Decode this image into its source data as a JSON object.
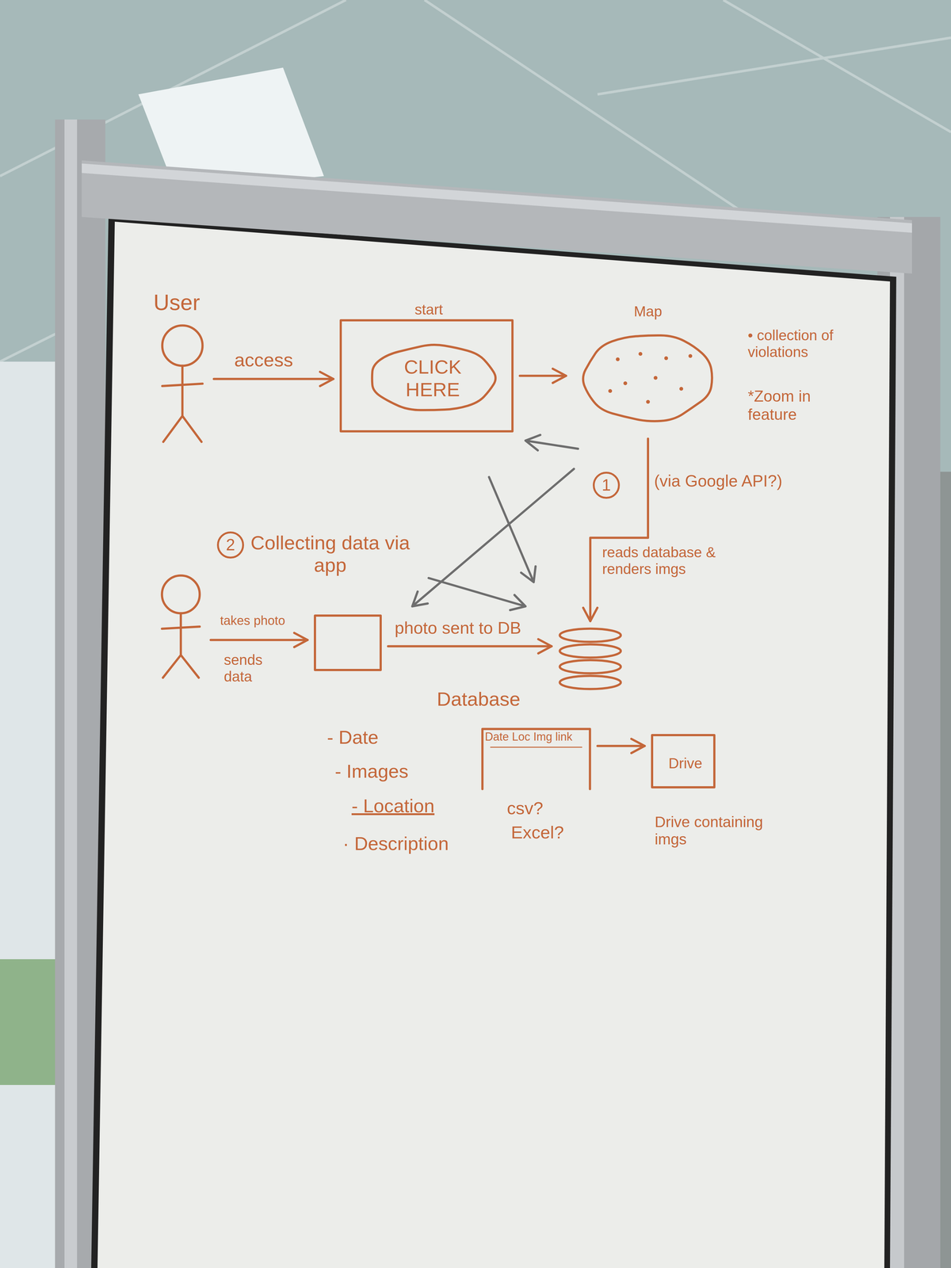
{
  "diagram": {
    "nodes": [
      {
        "text": [
          "User"
        ]
      },
      {
        "text": [
          "start"
        ]
      },
      {
        "text": [
          "CLICK HERE"
        ],
        "in": 1
      },
      {
        "text": [
          "Map"
        ]
      },
      {
        "text": []
      },
      {
        "text": []
      },
      {
        "text": [
          "Database"
        ]
      },
      {
        "text": [
          "Date Loc Img link"
        ]
      },
      {
        "text": [
          "Drive",
          "Drive containing imgs"
        ]
      }
    ],
    "edges": [
      {
        "from": 0,
        "to": 1,
        "arrow": "to",
        "label": "access"
      },
      {
        "from": 1,
        "to": 3,
        "arrow": "to"
      },
      {
        "from": 3,
        "to": 6,
        "arrow": "to",
        "label": "reads database & renders imgs"
      },
      {
        "from": 4,
        "to": 5,
        "arrow": "to",
        "label": "takes photo"
      },
      {
        "from": 5,
        "to": 6,
        "arrow": "to",
        "label": "photo sent to DB"
      },
      {
        "from": 7,
        "to": 8,
        "arrow": "to"
      }
    ],
    "labels": [
      "• collection of violations",
      "*Zoom in feature",
      "1",
      "(via Google API?)",
      "2",
      "Collecting data via app",
      "sends data",
      "- Date",
      "- Images",
      "- Location",
      "· Description",
      "csv?",
      "Excel?"
    ]
  }
}
